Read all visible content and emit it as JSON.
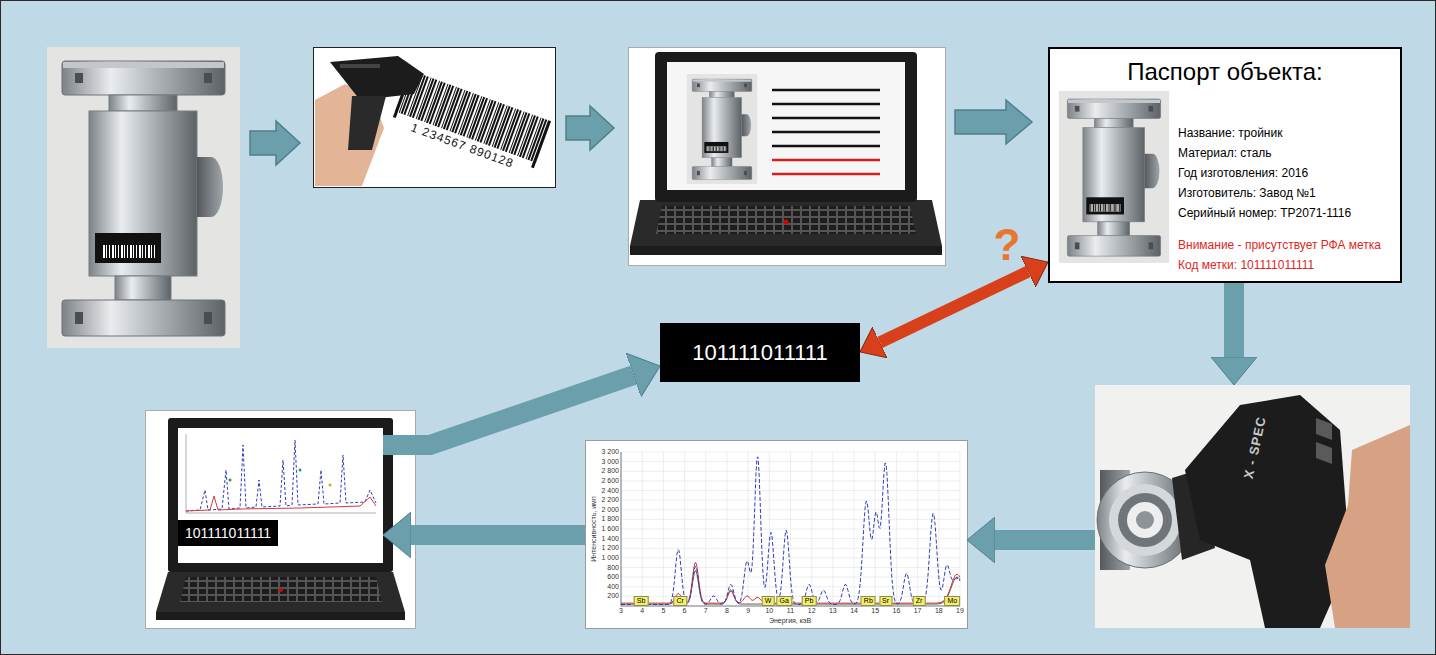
{
  "diagram": {
    "nodes": [
      {
        "text": [
          "Паспорт объекта:",
          "Название: тройник",
          "Материал: сталь",
          "Год изготовления: 2016",
          "Изготовитель: Завод №1",
          "Серийный номер: ТР2071-1116",
          "Внимание - присутствует РФА метка",
          "Код метки: 101111011111"
        ]
      },
      {
        "text": [
          "101111011111"
        ]
      },
      {
        "text": [
          "X - SPEC"
        ]
      },
      {
        "text": [
          "Sb",
          "Cr",
          "W",
          "Ga",
          "Pb",
          "Rb",
          "Sr",
          "Zr",
          "Mo"
        ]
      },
      {
        "text": [
          "101111011111"
        ]
      }
    ],
    "edges": [
      {
        "from": 0,
        "to": 2,
        "arrow": "to"
      },
      {
        "from": 2,
        "to": 3,
        "arrow": "to"
      },
      {
        "from": 3,
        "to": 4,
        "arrow": "to"
      },
      {
        "from": 4,
        "to": 1,
        "arrow": "to"
      },
      {
        "from": 0,
        "to": 1,
        "label": "?",
        "arrow": "both"
      }
    ],
    "labels": [
      "1 234567 890128",
      "Интенсивность, имп",
      "3 200",
      "3 000",
      "2 800",
      "2 600",
      "2 400",
      "2 200",
      "2 000",
      "1 800",
      "1 600",
      "1 400",
      "1 200",
      "1 000",
      "800",
      "600",
      "400",
      "200",
      "Энергия, кэВ",
      "3",
      "4",
      "5",
      "6",
      "7",
      "8",
      "9",
      "10",
      "11",
      "12",
      "13",
      "14",
      "15",
      "16",
      "17",
      "18",
      "19"
    ]
  }
}
